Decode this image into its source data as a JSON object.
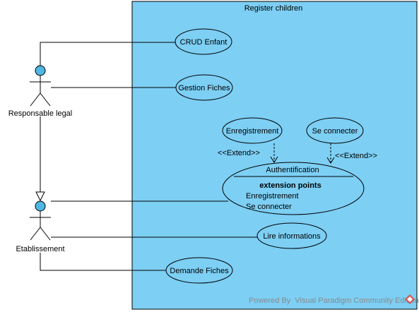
{
  "system": {
    "title": "Register children"
  },
  "actors": {
    "responsable": "Responsable legal",
    "etablissement": "Etablissement"
  },
  "use_cases": {
    "crud_enfant": "CRUD Enfant",
    "gestion_fiches": "Gestion Fiches",
    "enregistrement": "Enregistrement",
    "se_connecter": "Se connecter",
    "authentification": {
      "name": "Authentification",
      "ext_heading": "extension points",
      "ext_points": [
        "Enregistrement",
        "Se connecter"
      ]
    },
    "lire_informations": "Lire informations",
    "demande_fiches": "Demande Fiches"
  },
  "relations": {
    "extend_label": "<<Extend>>"
  },
  "watermark": {
    "text": "Powered By  Visual Paradigm Community Edition"
  },
  "colors": {
    "system_fill": "#7dcff4",
    "actor_fill": "#4fb7e4",
    "watermark_logo": "#d9534f"
  }
}
